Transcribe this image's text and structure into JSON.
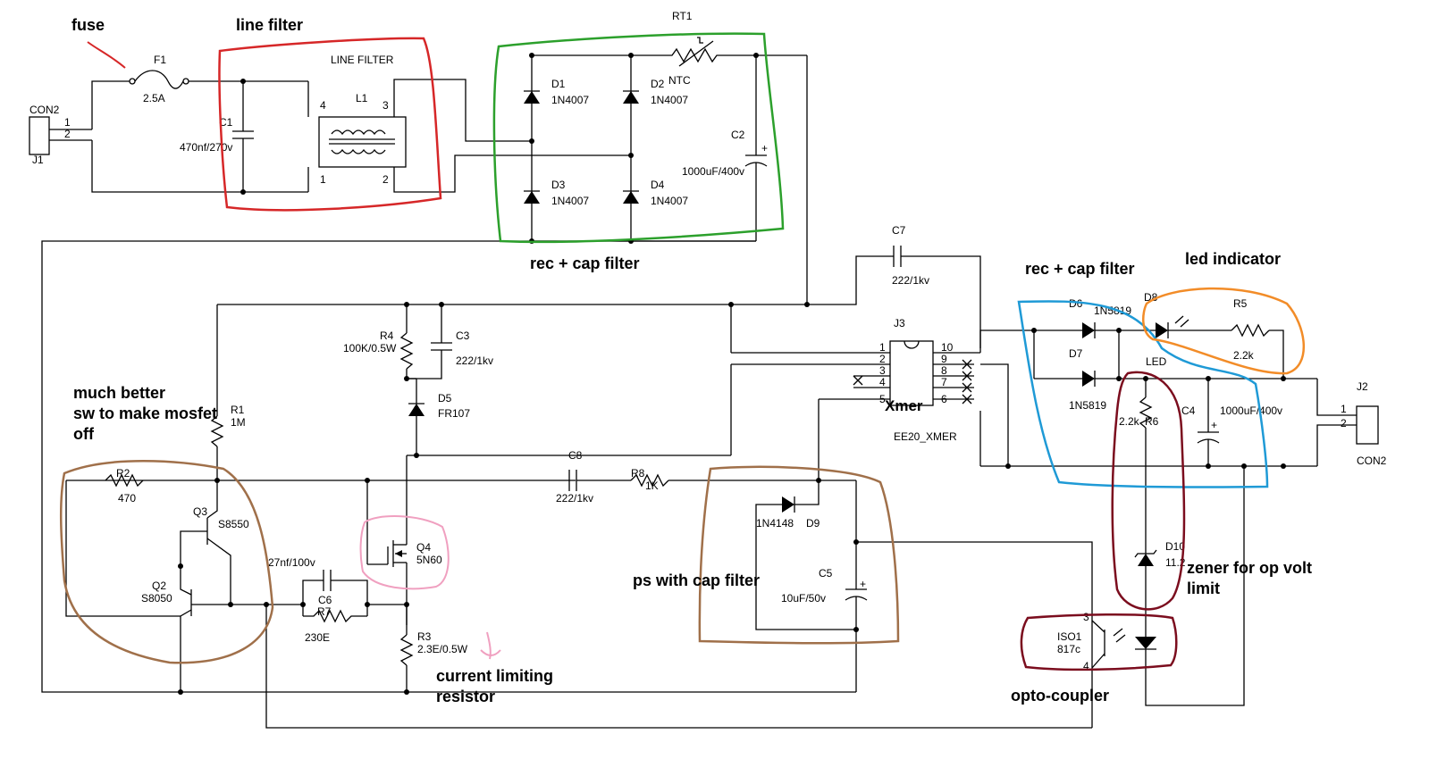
{
  "annotations": {
    "fuse": "fuse",
    "line_filter": "line filter",
    "rec_cap_filter_1": "rec + cap filter",
    "rec_cap_filter_2": "rec + cap filter",
    "led_indicator": "led indicator",
    "much_better_1": "much better",
    "much_better_2": "sw to make mosfet",
    "much_better_3": "off",
    "ps_cap_filter": "ps with cap filter",
    "current_limiting_1": "current limiting",
    "current_limiting_2": "resistor",
    "zener_1": "zener for op volt",
    "zener_2": "limit",
    "opto": "opto-coupler",
    "xmer": "Xmer"
  },
  "components": {
    "con2_in": "CON2",
    "j1": "J1",
    "pin1": "1",
    "pin2": "2",
    "f1": "F1",
    "f1_val": "2.5A",
    "c1": "C1",
    "c1_val": "470nf/270v",
    "line_filter_title": "LINE FILTER",
    "l1": "L1",
    "l1_p4": "4",
    "l1_p3": "3",
    "l1_p1": "1",
    "l1_p2": "2",
    "rt1": "RT1",
    "ntc": "NTC",
    "d1": "D1",
    "d1_val": "1N4007",
    "d2": "D2",
    "d2_val": "1N4007",
    "d3": "D3",
    "d3_val": "1N4007",
    "d4": "D4",
    "d4_val": "1N4007",
    "c2": "C2",
    "c2_val": "1000uF/400v",
    "c7": "C7",
    "c7_val": "222/1kv",
    "j3": "J3",
    "xfmr_model": "EE20_XMER",
    "xp1": "1",
    "xp2": "2",
    "xp3": "3",
    "xp4": "4",
    "xp5": "5",
    "xp10": "10",
    "xp9": "9",
    "xp8": "8",
    "xp7": "7",
    "xp6": "6",
    "r4": "R4",
    "r4_val": "100K/0.5W",
    "c3": "C3",
    "c3_val": "222/1kv",
    "d5": "D5",
    "d5_val": "FR107",
    "r1": "R1",
    "r1_val": "1M",
    "r2": "R2",
    "r2_val": "470",
    "q3": "Q3",
    "q3_val": "S8550",
    "q2": "Q2",
    "q2_val": "S8050",
    "c8": "C8",
    "c8_val": "222/1kv",
    "r8": "R8",
    "r8_val": "1K",
    "q4": "Q4",
    "q4_val": "5N60",
    "c6_val": "27nf/100v",
    "c6": "C6",
    "r7": "R7",
    "r7_val": "230E",
    "r3": "R3",
    "r3_val": "2.3E/0.5W",
    "d9_val": "1N4148",
    "d9": "D9",
    "c5": "C5",
    "c5_val": "10uF/50v",
    "d6": "D6",
    "d6_val": "1N5819",
    "d7": "D7",
    "d7_val": "1N5819",
    "d8": "D8",
    "led": "LED",
    "r5": "R5",
    "r5_val": "2.2k",
    "r6_val": "2.2k",
    "r6": "R6",
    "c4": "C4",
    "c4_val": "1000uF/400v",
    "j2": "J2",
    "con2_out": "CON2",
    "j2p1": "1",
    "j2p2": "2",
    "d10": "D10",
    "d10_val": "11.2",
    "iso1": "ISO1",
    "iso1_val": "817c",
    "iso_p3": "3",
    "iso_p4": "4"
  },
  "colors": {
    "fuse": "#d62728",
    "line_filter": "#d62728",
    "rec_cap": "#2ca02c",
    "rec_cap_2": "#1f9ad6",
    "led_indicator": "#f28c28",
    "brown": "#a0704a",
    "pink": "#f0a0c0",
    "maroon": "#7b0d1e"
  }
}
